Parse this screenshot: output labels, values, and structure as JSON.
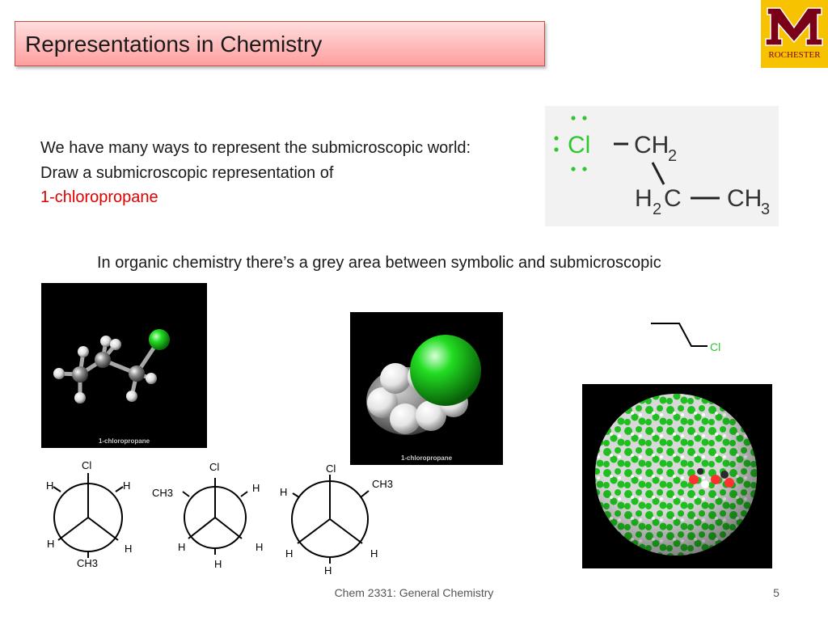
{
  "title": "Representations in Chemistry",
  "logo": {
    "text": "ROCHESTER",
    "color": "#7a0019",
    "background": "#f7c300"
  },
  "intro": {
    "line1": "We have many ways to represent the submicroscopic world:",
    "line2": "Draw a submicroscopic representation of",
    "highlight": "1-chloropropane"
  },
  "grey_note": "In organic chemistry there’s a grey area between symbolic and submicroscopic",
  "lewis": {
    "cl": "Cl",
    "ch2": "CH",
    "h2c_h": "H",
    "h2c_c": "C",
    "ch3": "CH",
    "sub2": "2",
    "sub3": "3"
  },
  "model_caption": "1-chloropropane",
  "skeletal_label": "Cl",
  "newman": [
    {
      "top": "Cl",
      "left": "H",
      "right": "H",
      "lower_left": "H",
      "lower_right": "H",
      "bottom": "CH3"
    },
    {
      "top": "Cl",
      "left": "CH3",
      "right": "H",
      "lower_left": "H",
      "lower_right": "H",
      "bottom": "H"
    },
    {
      "top": "Cl",
      "left": "H",
      "right": "CH3",
      "lower_left": "H",
      "lower_right": "H",
      "bottom": "H"
    }
  ],
  "footer": "Chem 2331: General Chemistry",
  "page_number": "5",
  "colors": {
    "accent": "#e00000",
    "chlorine": "#2ec82e",
    "title_border": "#c0504d"
  }
}
